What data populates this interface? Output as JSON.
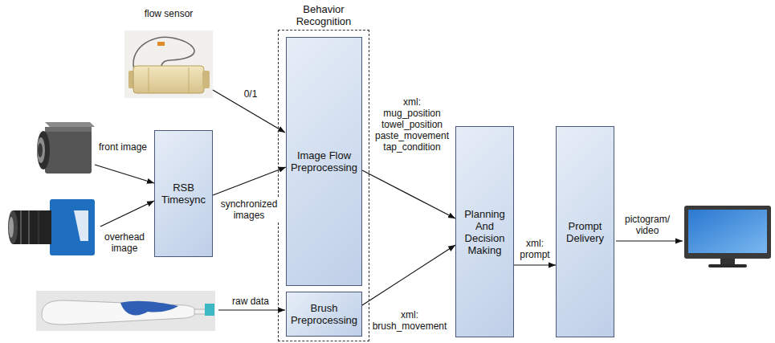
{
  "diagram": {
    "nodes": [
      {
        "text": [
          "Behavior Recognition"
        ]
      },
      {
        "text": [
          "Image Flow Preprocessing"
        ],
        "in": 0
      },
      {
        "text": [
          "Brush Preprocessing"
        ],
        "in": 0
      },
      {
        "text": [
          "RSB Timesync"
        ]
      },
      {
        "text": [
          "Planning And Decision Making"
        ]
      },
      {
        "text": [
          "Prompt Delivery"
        ]
      }
    ],
    "edges": [
      {
        "from": 3,
        "to": 1,
        "arrow": "to",
        "label": "synchronized images"
      },
      {
        "from": 1,
        "to": 4,
        "arrow": "to",
        "label": "xml: mug_position towel_position paste_movement tap_condition"
      },
      {
        "from": 2,
        "to": 4,
        "arrow": "to",
        "label": "xml: brush_movement"
      },
      {
        "from": 4,
        "to": 5,
        "arrow": "to",
        "label": "xml: prompt"
      }
    ],
    "labels": [
      "flow sensor",
      "0/1",
      "front image",
      "overhead image",
      "raw data",
      "pictogram/ video"
    ]
  }
}
